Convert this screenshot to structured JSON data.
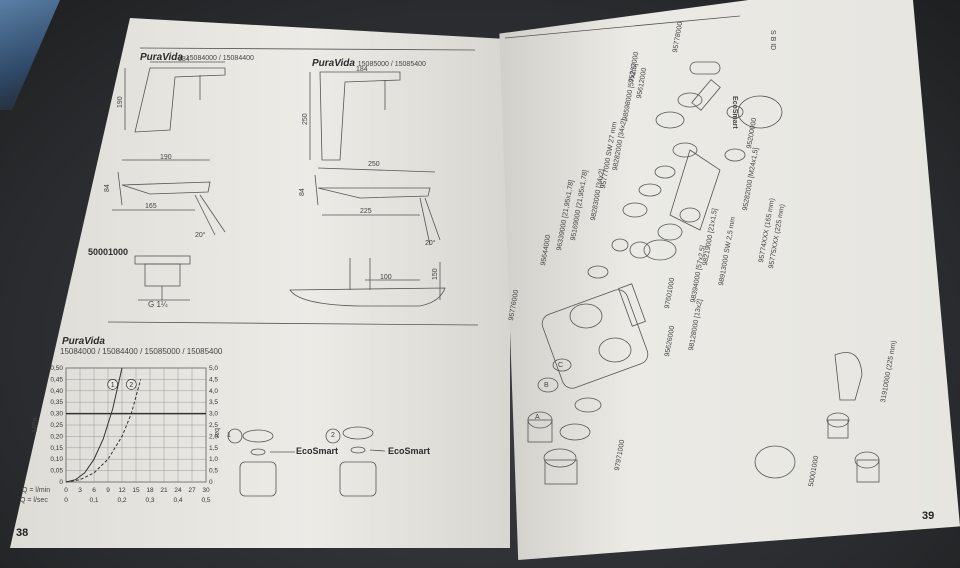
{
  "left_page": {
    "model_a_label": "PuraVida",
    "model_a_codes": "15084000 / 15084400",
    "model_b_label": "PuraVida",
    "model_b_codes": "15085000 / 15085400",
    "dims": {
      "a_width": "184",
      "a_height": "190",
      "a_spout": "190",
      "a_depth": "165",
      "a_side": "84",
      "b_width": "184",
      "b_height": "250",
      "b_spout": "250",
      "b_depth": "225",
      "b_side": "84",
      "spacing": "100",
      "drop": "150",
      "angle": "20°"
    },
    "drain_code": "50001000",
    "drain_thread": "G 1¼",
    "flow_brand": "PuraVida",
    "flow_codes": "15084000 / 15084400 / 15085000 / 15085400",
    "page_number": "38",
    "eco_label_1": "EcoSmart",
    "eco_label_2": "EcoSmart",
    "eco_num_1": "1",
    "eco_num_2": "2"
  },
  "chart_data": {
    "type": "line",
    "ylabel_left": "MPa",
    "ylabel_right": "bar",
    "left_ticks": [
      "0,50",
      "0,45",
      "0,40",
      "0,35",
      "0,30",
      "0,25",
      "0,20",
      "0,15",
      "0,10",
      "0,05",
      "0"
    ],
    "right_ticks": [
      "5,0",
      "4,5",
      "4,0",
      "3,5",
      "3,0",
      "2,5",
      "2,0",
      "1,5",
      "1,0",
      "0,5",
      "0"
    ],
    "x_ticks_lmin": [
      "0",
      "3",
      "6",
      "9",
      "12",
      "15",
      "18",
      "21",
      "24",
      "27",
      "30"
    ],
    "x_ticks_lsec": [
      "0",
      "0,1",
      "0,2",
      "0,3",
      "0,4",
      "0,5"
    ],
    "xlabel_lmin": "Q = l/min",
    "xlabel_lsec": "Q = l/sec",
    "reference_line": 0.3,
    "ylim": [
      0,
      0.5
    ],
    "xlim": [
      0,
      30
    ],
    "series": [
      {
        "name": "1",
        "x": [
          0,
          2,
          4,
          6,
          8,
          10,
          12
        ],
        "y": [
          0,
          0.01,
          0.04,
          0.1,
          0.19,
          0.32,
          0.5
        ]
      },
      {
        "name": "2",
        "x": [
          0,
          3,
          6,
          9,
          12,
          14,
          16
        ],
        "y": [
          0,
          0.01,
          0.04,
          0.1,
          0.2,
          0.3,
          0.45
        ]
      }
    ]
  },
  "right_page": {
    "page_number": "39",
    "eco_label": "EcoSmart",
    "parts": [
      {
        "code": "95776000"
      },
      {
        "code": "95644000"
      },
      {
        "code": "96339000",
        "note": "[21,95x1,78]"
      },
      {
        "code": "95169000",
        "note": "[21,95x1,78]"
      },
      {
        "code": "98283000",
        "note": "[34x2]"
      },
      {
        "code": "95777000",
        "note": "SW 27 mm"
      },
      {
        "code": "98282000",
        "note": "[34x2]"
      },
      {
        "code": "98598000",
        "note": "[57x2,5]"
      },
      {
        "code": "95612000"
      },
      {
        "code": "95778000"
      },
      {
        "code": "95262000"
      },
      {
        "code": "95282000",
        "note": "[M24x1,5]"
      },
      {
        "code": "95200000"
      },
      {
        "code": "95775XXX",
        "note": "(225 mm)"
      },
      {
        "code": "95774XXX",
        "note": "(165 mm)"
      },
      {
        "code": "98913000",
        "note": "SW 2,5 mm"
      },
      {
        "code": "98219000",
        "note": "[21x1,5]"
      },
      {
        "code": "98394000",
        "note": "[57x2,5]"
      },
      {
        "code": "97601000"
      },
      {
        "code": "98128000",
        "note": "[13x2]"
      },
      {
        "code": "95626000"
      },
      {
        "code": "97971000"
      },
      {
        "code": "50001000"
      },
      {
        "code": "31910000",
        "note": "(225 mm)"
      }
    ],
    "letters": [
      "A",
      "B",
      "C"
    ],
    "corner_mark": "S B ID"
  }
}
